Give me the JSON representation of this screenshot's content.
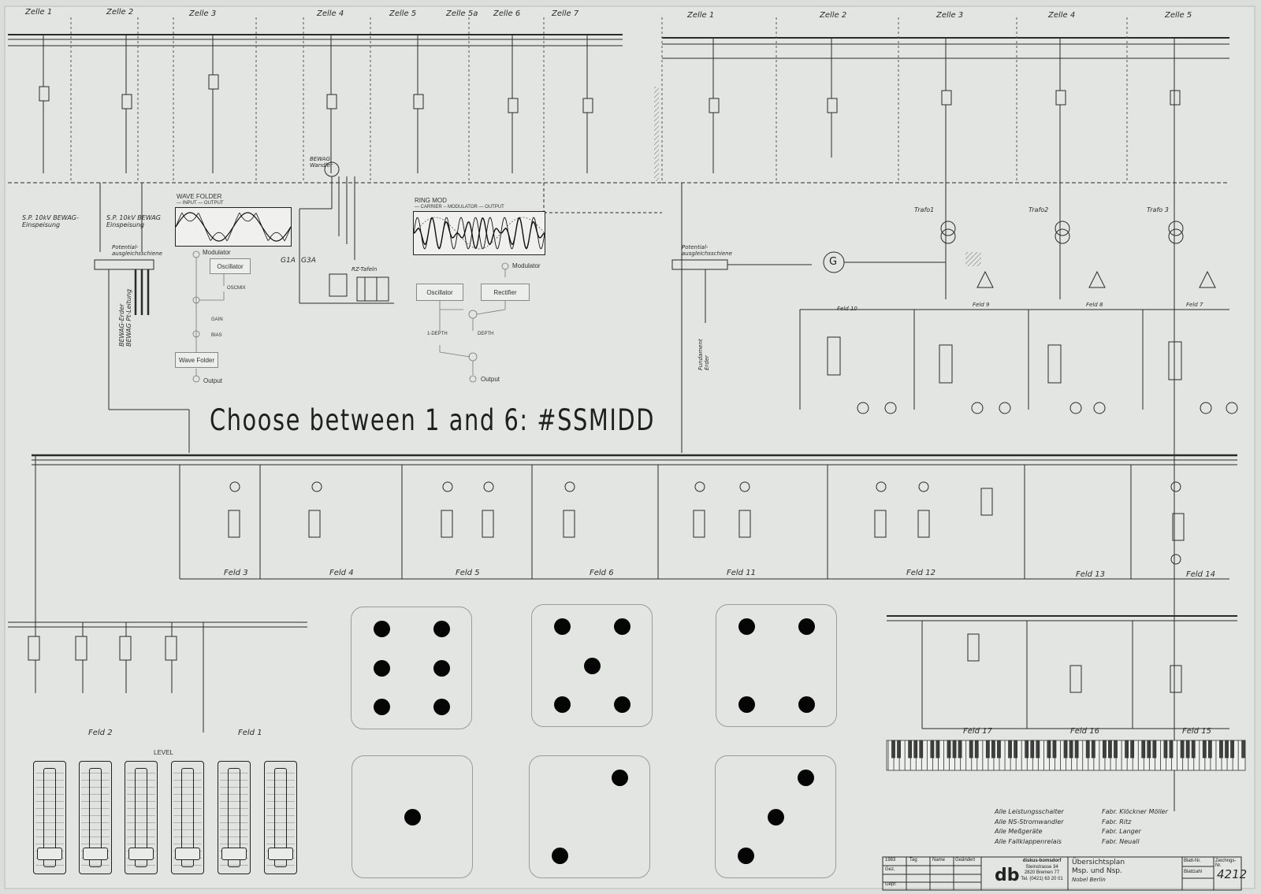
{
  "captcha": {
    "prompt": "Choose between 1 and 6: #SSMIDD"
  },
  "dice": [
    {
      "value": 6
    },
    {
      "value": 5
    },
    {
      "value": 4
    },
    {
      "value": 1
    },
    {
      "value": 2
    },
    {
      "value": 3
    }
  ],
  "mixer": {
    "label": "LEVEL",
    "faders": [
      0.1,
      0.1,
      0.1,
      0.1,
      0.1,
      0.1
    ]
  },
  "wave_folder": {
    "title": "WAVE FOLDER",
    "legend_input": "INPUT",
    "legend_output": "OUTPUT",
    "modulator": "Modulator",
    "oscillator": "Oscillator",
    "oscmix": "OSCMIX",
    "gain": "GAIN",
    "bias": "BIAS",
    "block": "Wave Folder",
    "output": "Output"
  },
  "ring_mod": {
    "title": "RING MOD",
    "legend_carrier": "CARRIER",
    "legend_modulator": "MODULATOR",
    "legend_output": "OUTPUT",
    "modulator": "Modulator",
    "oscillator": "Oscillator",
    "rectifier": "Rectifier",
    "one_minus_depth": "1-DEPTH",
    "depth": "DEPTH",
    "output": "Output"
  },
  "schematic": {
    "top_labels": [
      "Zelle 1",
      "Zelle 2",
      "Zelle 3",
      "Zelle 4",
      "Zelle 5",
      "Zelle 5a",
      "Zelle 6",
      "Zelle 7",
      "Zelle 1",
      "Zelle 2",
      "Zelle 3",
      "Zelle 4",
      "Zelle 5"
    ],
    "bewag_1": "S.P. 10kV BEWAG-Einspeisung",
    "bewag_2": "S.P. 10kV BEWAG Einspeisung",
    "bewag_kabel": "BEWAG-Erder BEWAG Pt-Leitung",
    "bewag_wandler": "BEWAG Wandler",
    "potential_1": "Potential-ausgleichsschiene",
    "potential_2": "Potential-ausgleichsschiene",
    "fundament": "Fundament Erder",
    "rk_tafeln": "RZ-Tafeln",
    "g1a": "G1A",
    "g3a": "G3A",
    "generator": "G",
    "trafo_labels": [
      "Trafo1",
      "Trafo2",
      "Trafo 3"
    ],
    "feld_lower": [
      "Feld 3",
      "Feld 4",
      "Feld 5",
      "Feld 6",
      "Feld 11",
      "Feld 12",
      "Feld 13",
      "Feld 14"
    ],
    "feld_bottom_left": [
      "Feld 2",
      "Feld 1"
    ],
    "feld_bottom_right": [
      "Feld 17",
      "Feld 16",
      "Feld 15"
    ],
    "feld_mid": [
      "Feld 10",
      "Feld 9",
      "Feld 8",
      "Feld 7"
    ]
  },
  "notes": [
    {
      "left": "Alle Leistungsschalter",
      "right": "Fabr. Klöckner Möller"
    },
    {
      "left": "Alle NS-Stromwandler",
      "right": "Fabr. Ritz"
    },
    {
      "left": "Alle Meßgeräte",
      "right": "Fabr. Langer"
    },
    {
      "left": "Alle Fallklappenrelais",
      "right": "Fabr. Neuall"
    }
  ],
  "title_block": {
    "company_line1": "diskus-bomsdorf",
    "company_line2": "Steinstrasse 34",
    "company_line3": "2820 Bremen 77",
    "company_line4": "Tel. (0421) 63 20 01",
    "doc_title_1": "Übersichtsplan",
    "doc_title_2": "Msp. und Nsp.",
    "doc_title_3": "Nobel Berlin",
    "drawing_number": "4212",
    "header_cells": [
      "1983",
      "Tag",
      "Name",
      "Geändert"
    ],
    "row_labels": [
      "Gez.",
      "Gepr."
    ],
    "blatt": "Blatt-Nr.",
    "blattzahl": "Blattzahl",
    "zeichnungs_nr": "Zeichngs-Nr."
  }
}
